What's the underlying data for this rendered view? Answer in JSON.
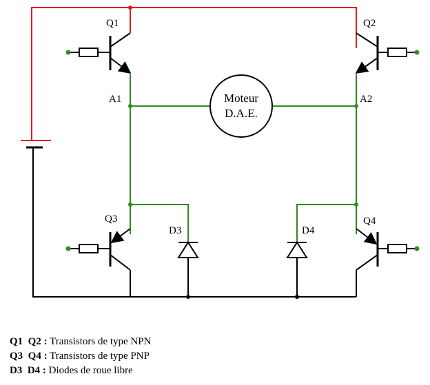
{
  "labels": {
    "q1": "Q1",
    "q2": "Q2",
    "q3": "Q3",
    "q4": "Q4",
    "a1": "A1",
    "a2": "A2",
    "d3": "D3",
    "d4": "D4",
    "motor_line1": "Moteur",
    "motor_line2": "D.A.E."
  },
  "legend": [
    {
      "key": "Q1  Q2 :",
      "text": " Transistors de type NPN"
    },
    {
      "key": "Q3  Q4 :",
      "text": " Transistors de type PNP"
    },
    {
      "key": "D3  D4 :",
      "text": " Diodes de roue libre"
    }
  ],
  "colors": {
    "supply": "#e21b1b",
    "bridge": "#2e8b1e",
    "ground": "#000000",
    "terminal": "#3a8a2a"
  }
}
